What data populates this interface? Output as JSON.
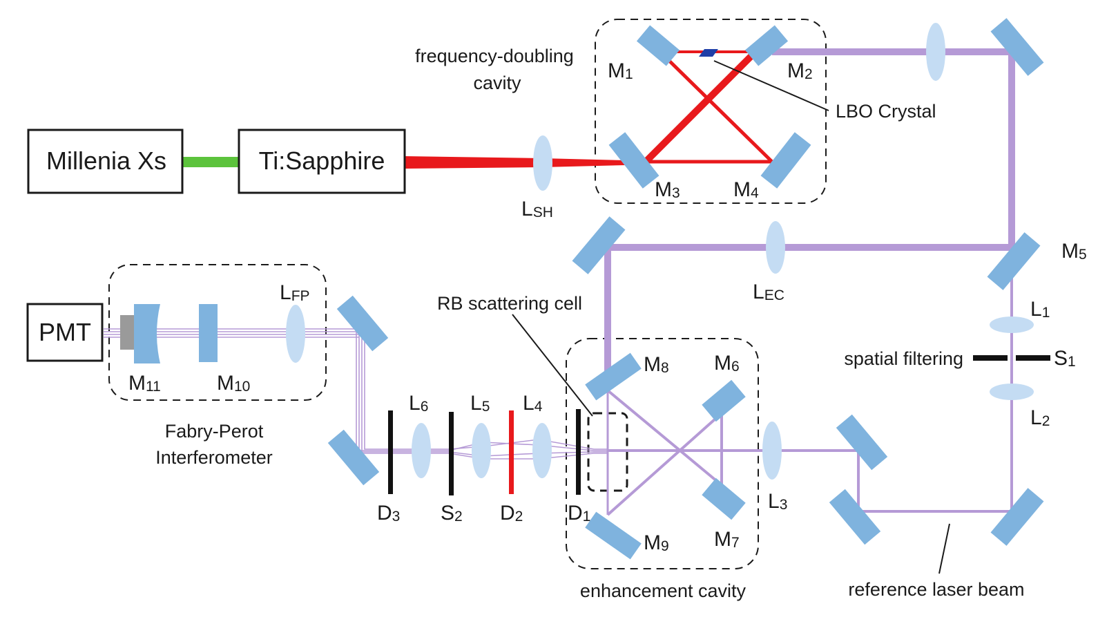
{
  "colors": {
    "fundamental_beam": "#e8191c",
    "uv_beam": "#b59ad6",
    "pump_beam": "#5cc33c",
    "mirror": "#7fb3de",
    "lens": "#c4dcf3",
    "crystal": "#1f3fa8",
    "slit": "#111111",
    "red_diaphragm": "#e8191c"
  },
  "boxes": {
    "millenia": "Millenia Xs",
    "tisapphire": "Ti:Sapphire",
    "pmt": "PMT"
  },
  "labels": {
    "freq_doubling_1": "frequency-doubling",
    "freq_doubling_2": "cavity",
    "lbo": "LBO Crystal",
    "rb_cell": "RB scattering cell",
    "spatial": "spatial filtering",
    "fp_1": "Fabry-Perot",
    "fp_2": "Interferometer",
    "enhancement": "enhancement cavity",
    "reference": "reference laser beam"
  },
  "mirrors": {
    "m1": {
      "main": "M",
      "sub": "1"
    },
    "m2": {
      "main": "M",
      "sub": "2"
    },
    "m3": {
      "main": "M",
      "sub": "3"
    },
    "m4": {
      "main": "M",
      "sub": "4"
    },
    "m5": {
      "main": "M",
      "sub": "5"
    },
    "m6": {
      "main": "M",
      "sub": "6"
    },
    "m7": {
      "main": "M",
      "sub": "7"
    },
    "m8": {
      "main": "M",
      "sub": "8"
    },
    "m9": {
      "main": "M",
      "sub": "9"
    },
    "m10": {
      "main": "M",
      "sub": "10"
    },
    "m11": {
      "main": "M",
      "sub": "11"
    }
  },
  "lenses": {
    "lsh": {
      "main": "L",
      "sub": "SH"
    },
    "lec": {
      "main": "L",
      "sub": "EC"
    },
    "lfp": {
      "main": "L",
      "sub": "FP"
    },
    "l1": {
      "main": "L",
      "sub": "1"
    },
    "l2": {
      "main": "L",
      "sub": "2"
    },
    "l3": {
      "main": "L",
      "sub": "3"
    },
    "l4": {
      "main": "L",
      "sub": "4"
    },
    "l5": {
      "main": "L",
      "sub": "5"
    },
    "l6": {
      "main": "L",
      "sub": "6"
    }
  },
  "apertures": {
    "d1": {
      "main": "D",
      "sub": "1"
    },
    "d2": {
      "main": "D",
      "sub": "2"
    },
    "d3": {
      "main": "D",
      "sub": "3"
    },
    "s1": {
      "main": "S",
      "sub": "1"
    },
    "s2": {
      "main": "S",
      "sub": "2"
    }
  }
}
